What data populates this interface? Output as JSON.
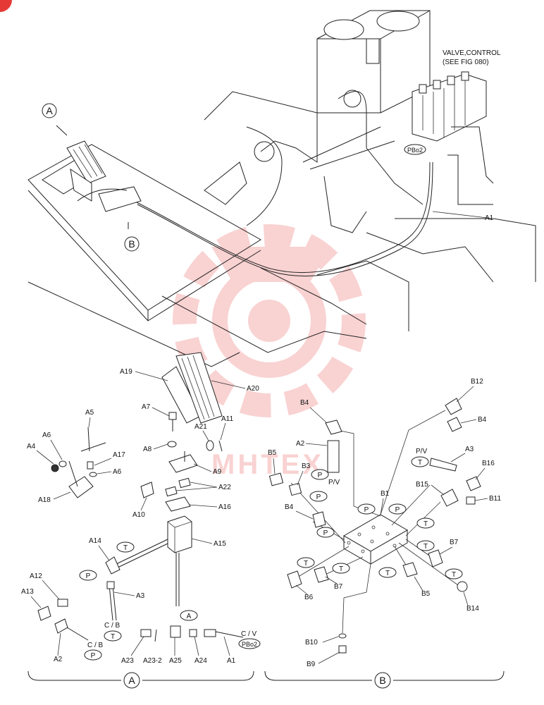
{
  "watermark": {
    "text": "MHTEX",
    "color": "#e53935"
  },
  "callouts": {
    "valve_control": "VALVE,CONTROL",
    "see_fig": "(SEE FIG 080)",
    "pbo2_top": "PBo2",
    "a1_top": "A1",
    "view_a": "A",
    "view_b": "B"
  },
  "labels_a": {
    "a19": "A19",
    "a20": "A20",
    "a7": "A7",
    "a8": "A8",
    "a21": "A21",
    "a11": "A11",
    "a9": "A9",
    "a22": "A22",
    "a16": "A16",
    "a10": "A10",
    "a15": "A15",
    "a5": "A5",
    "a6": "A6",
    "a6b": "A6",
    "a4": "A4",
    "a17": "A17",
    "a18": "A18",
    "a14": "A14",
    "a12": "A12",
    "a13": "A13",
    "a3": "A3",
    "a2": "A2",
    "a23": "A23",
    "a23_2": "A23-2",
    "a25": "A25",
    "a24": "A24",
    "a1": "A1",
    "t1": "T",
    "p1": "P",
    "t2": "T",
    "p2": "P",
    "a_port": "A",
    "cb1": "C / B",
    "cb2": "C / B",
    "cv": "C / V",
    "pbo2": "PBo2"
  },
  "labels_b": {
    "b12": "B12",
    "b4": "B4",
    "b4b": "B4",
    "b4c": "B4",
    "a2": "A2",
    "a3": "A3",
    "b5": "B5",
    "b5b": "B5",
    "b3": "B3",
    "b16": "B16",
    "b15": "B15",
    "b11": "B11",
    "b1": "B1",
    "b7": "B7",
    "b7b": "B7",
    "b6": "B6",
    "b14": "B14",
    "b10": "B10",
    "b9": "B9",
    "pv1": "P/V",
    "pv2": "P/V",
    "p1": "P",
    "p2": "P",
    "p3": "P",
    "p4": "P",
    "p5": "P",
    "t1": "T",
    "t2": "T",
    "t3": "T",
    "t4": "T",
    "t5": "T",
    "t6": "T"
  },
  "section_labels": {
    "a": "A",
    "b": "B"
  }
}
